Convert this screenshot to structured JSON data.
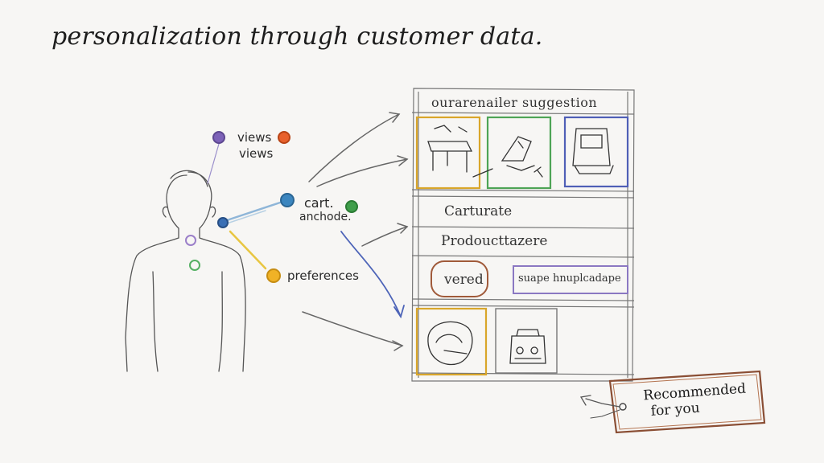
{
  "title": "personalization through customer data.",
  "customer_labels": {
    "views_1": "views",
    "views_2": "views",
    "cart": "cart.",
    "anchode": "anchode.",
    "preferences": "preferences"
  },
  "panel": {
    "header": "ourarenailer suggestion",
    "section_1": "Carturate",
    "section_2": "Prodoucttazere",
    "chip_left": "vered",
    "chip_right": "suape hnuplcadape"
  },
  "tag": {
    "line_1": "Recommended",
    "line_2": "for you"
  },
  "colors": {
    "purple": "#7d62b8",
    "orange": "#e8612c",
    "blue": "#3c86bf",
    "green": "#3f9e4a",
    "yellow": "#e8b21f",
    "gold_frame": "#d9a62a",
    "green_frame": "#4ea456",
    "blue_frame": "#4f5fb6",
    "brown_frame": "#a05a3a"
  }
}
